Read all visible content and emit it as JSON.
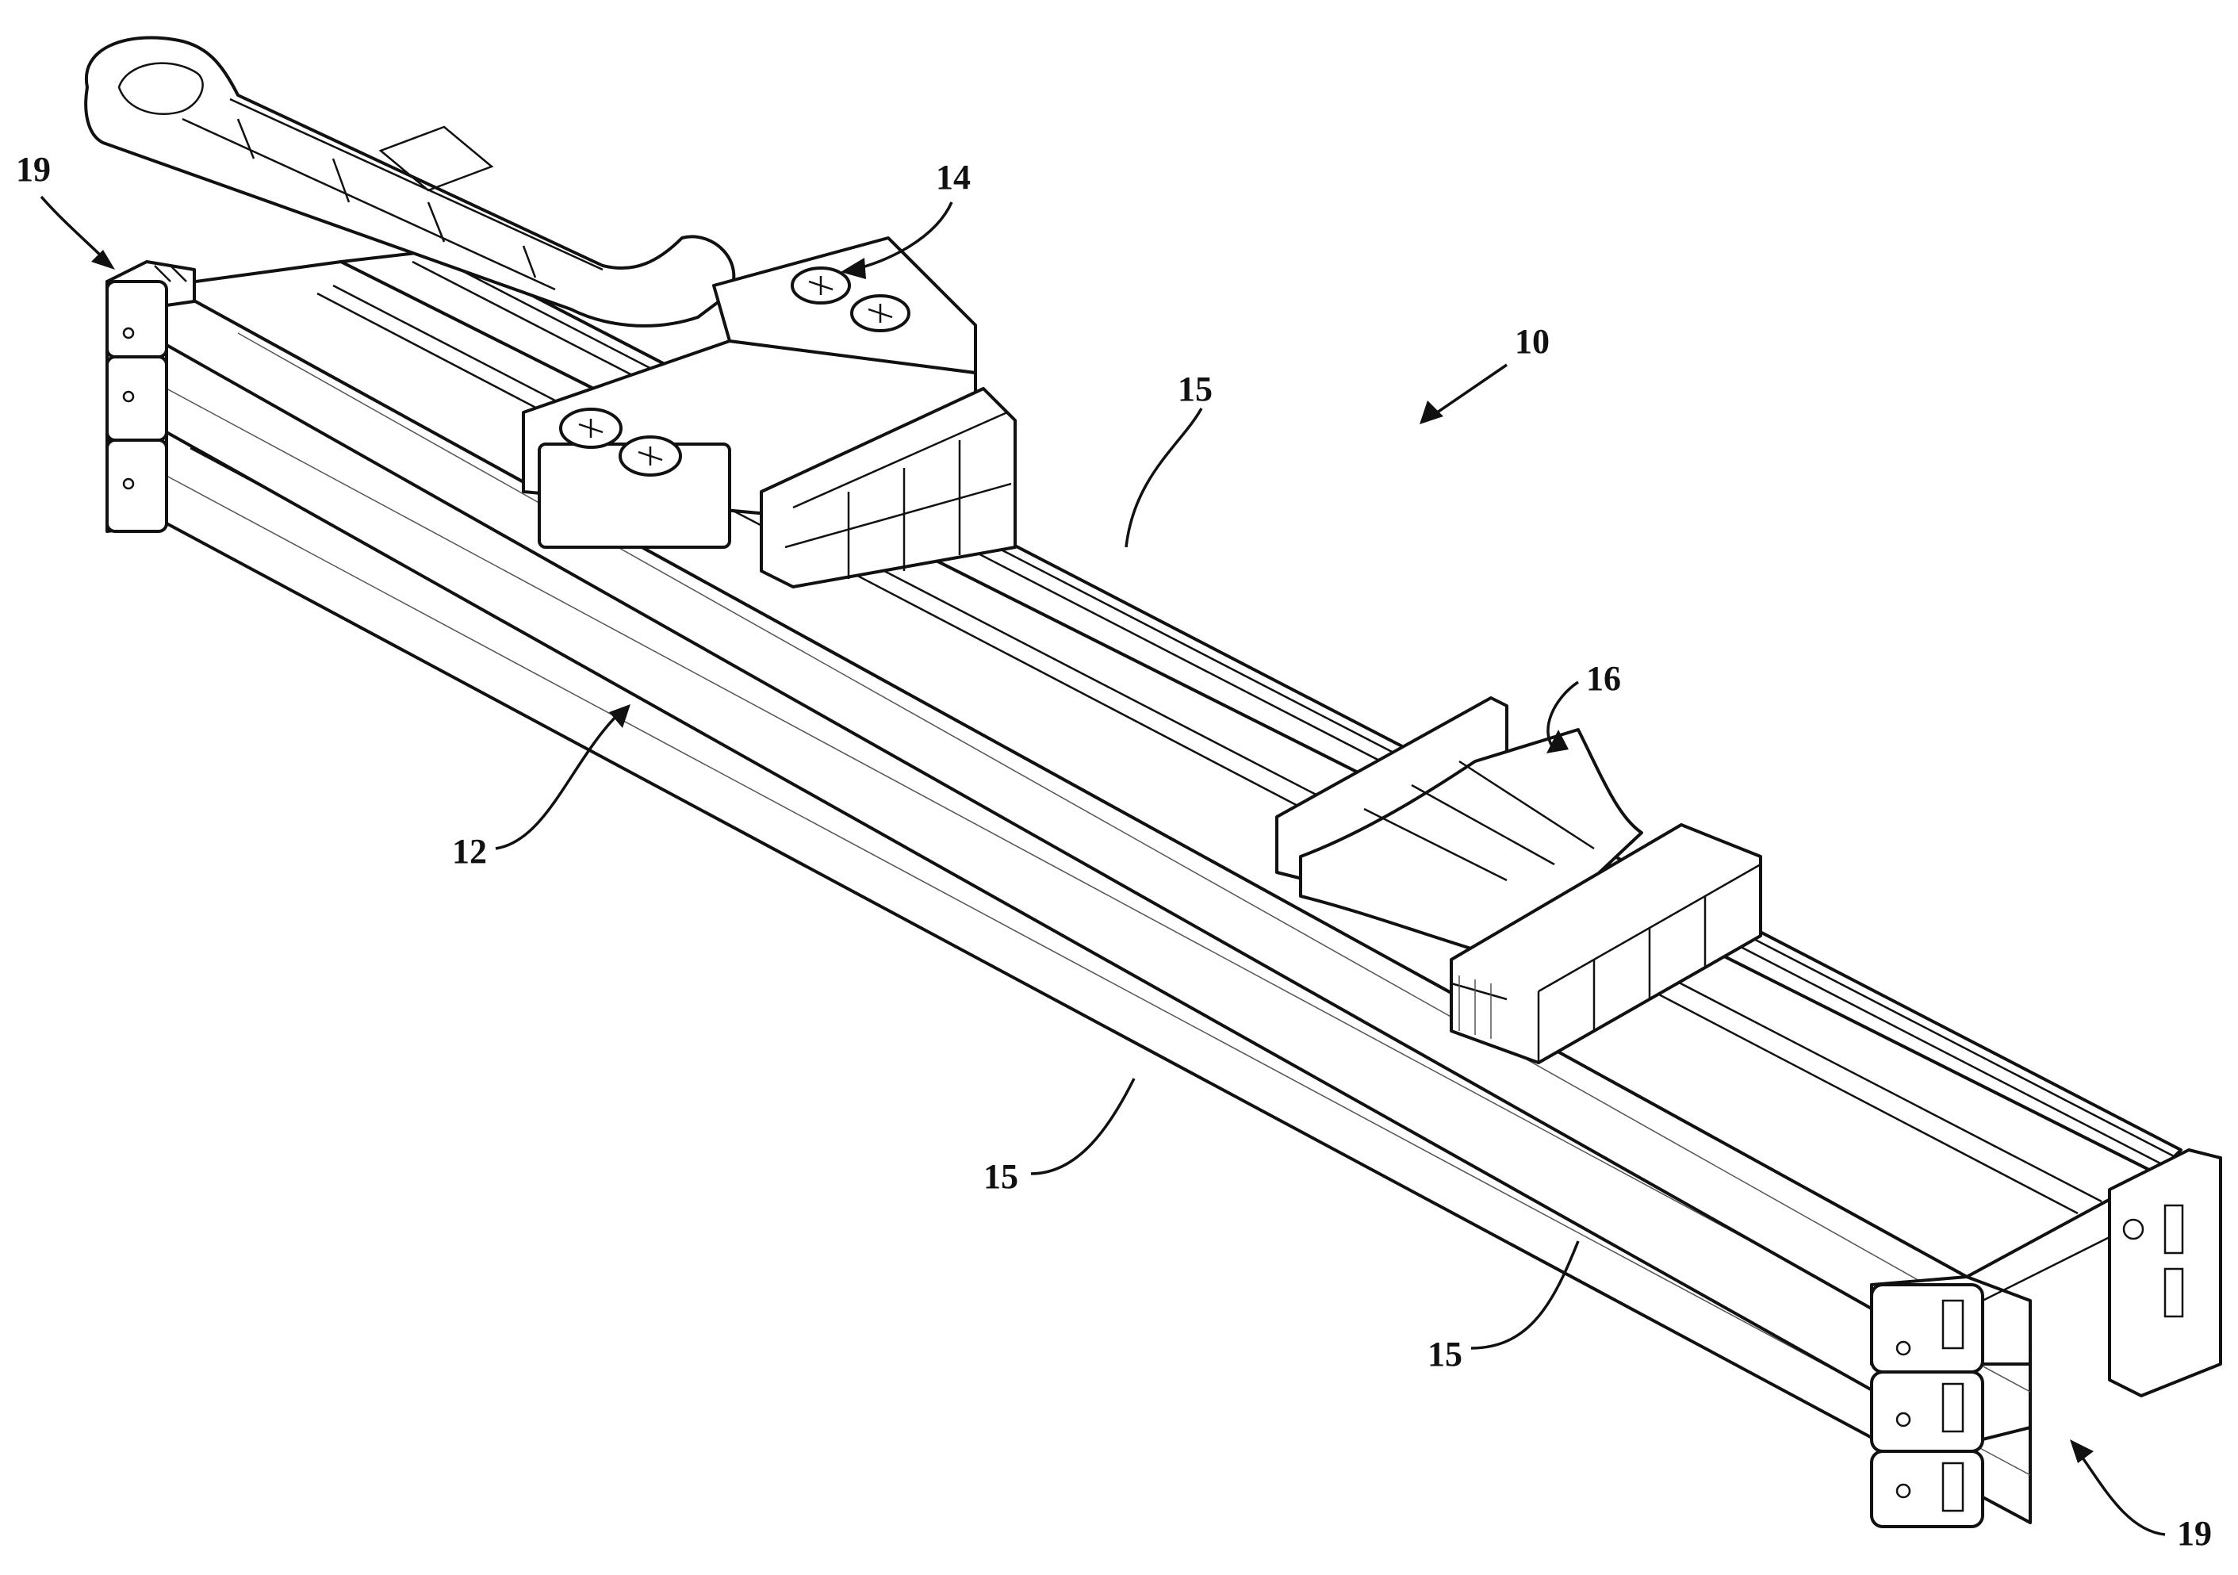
{
  "figure": {
    "reference_numerals": [
      {
        "id": "assembly",
        "label": "10"
      },
      {
        "id": "rail-side",
        "label": "12"
      },
      {
        "id": "upper-clamp",
        "label": "14"
      },
      {
        "id": "rail-top",
        "label": "15"
      },
      {
        "id": "rail-front-lower",
        "label": "15"
      },
      {
        "id": "rail-front-middle",
        "label": "15"
      },
      {
        "id": "lower-clamp",
        "label": "16"
      },
      {
        "id": "end-cap-left",
        "label": "19"
      },
      {
        "id": "end-cap-right",
        "label": "19"
      }
    ]
  }
}
